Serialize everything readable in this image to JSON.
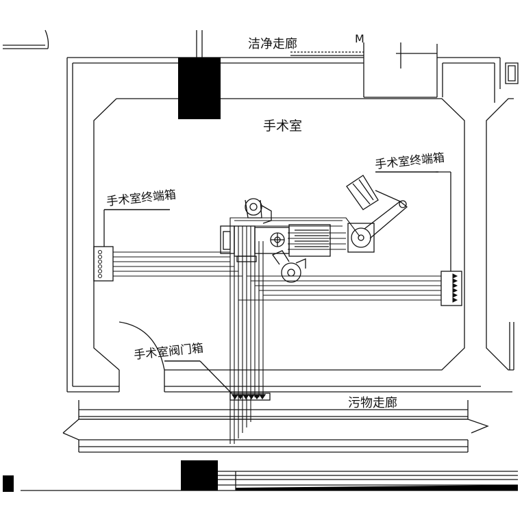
{
  "labels": {
    "clean_corridor": "洁净走廊",
    "operating_room": "手术室",
    "terminal_box_left": "手术室终端箱",
    "terminal_box_right": "手术室终端箱",
    "valve_box": "手术室阀门箱",
    "dirty_corridor": "污物走廊",
    "door_mark": "M"
  },
  "colors": {
    "line": "#111111",
    "fill_dark": "#000000",
    "background": "#ffffff"
  }
}
